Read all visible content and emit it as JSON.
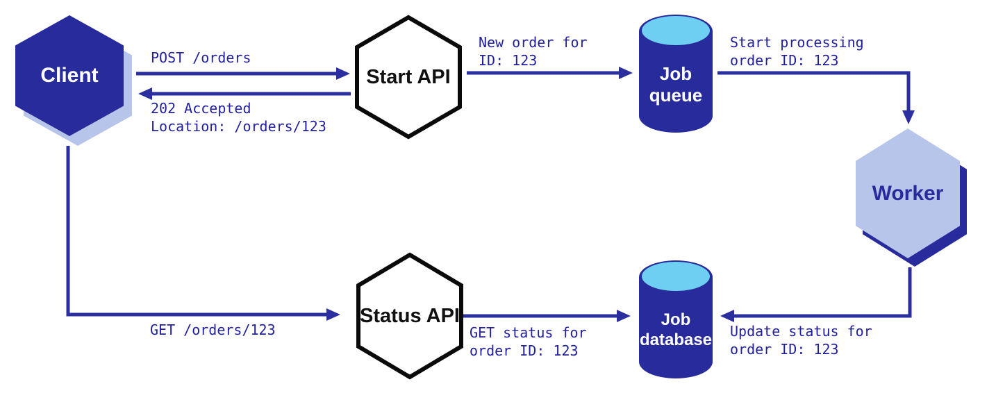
{
  "nodes": {
    "client": {
      "label": "Client"
    },
    "start_api": {
      "label": "Start API"
    },
    "job_queue": {
      "label": "Job\nqueue"
    },
    "worker": {
      "label": "Worker"
    },
    "status_api": {
      "label": "Status API"
    },
    "job_database": {
      "label": "Job\ndatabase"
    }
  },
  "edges": {
    "post_orders": {
      "label": "POST /orders"
    },
    "accepted": {
      "label": "202 Accepted\nLocation: /orders/123"
    },
    "new_order": {
      "label": "New order for\nID: 123"
    },
    "start_processing": {
      "label": "Start processing\norder ID: 123"
    },
    "get_orders": {
      "label": "GET /orders/123"
    },
    "get_status": {
      "label": "GET status for\norder ID: 123"
    },
    "update_status": {
      "label": "Update status for\norder ID: 123"
    }
  },
  "colors": {
    "navy": "#272B9B",
    "periwinkle": "#B8C5EA",
    "sky": "#6FCFF3",
    "arrow": "#2A2E9E",
    "labeltext": "#21219B",
    "hex_border": "#0A0A0A"
  }
}
